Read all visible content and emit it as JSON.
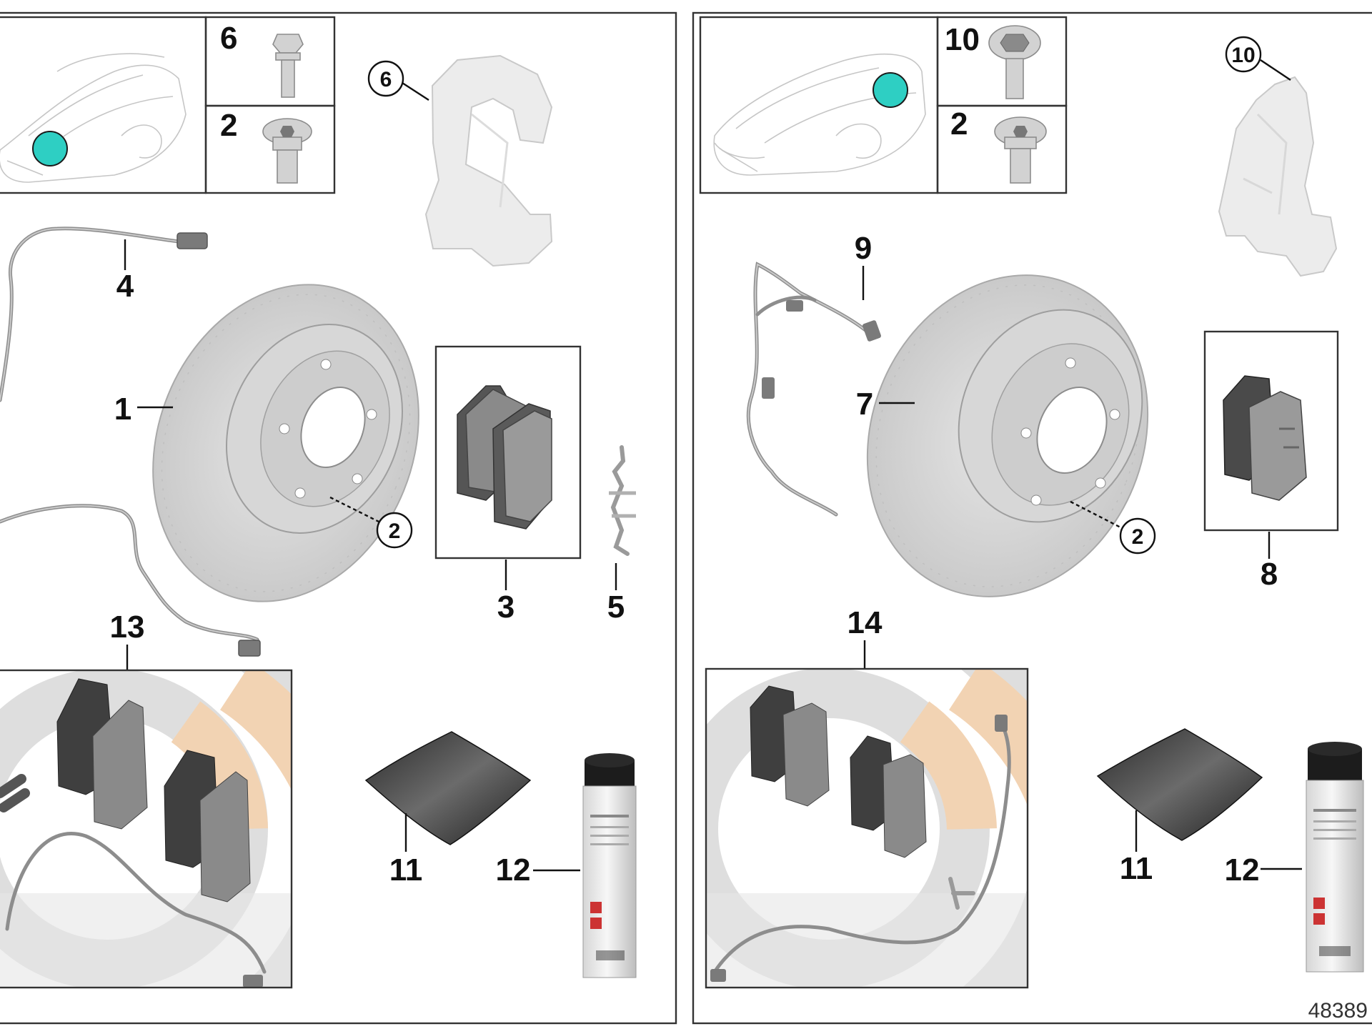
{
  "panels": [
    {
      "id": "left",
      "locator_color": "#2ecfc3",
      "part_labels": [
        "6",
        "2",
        "4",
        "1",
        "3",
        "5",
        "13",
        "11",
        "12"
      ],
      "callouts": [
        "6",
        "2"
      ]
    },
    {
      "id": "right",
      "locator_color": "#2ecfc3",
      "part_labels": [
        "10",
        "2",
        "9",
        "7",
        "8",
        "14",
        "11",
        "12"
      ],
      "callouts": [
        "10",
        "2"
      ]
    }
  ],
  "reference_number": "48389",
  "colors": {
    "locator_dot": "#2ecfc3",
    "brand_arc_beige": "#f2d3b3",
    "brand_arc_grey": "#d9d9d9",
    "disc_grey": "#cfcfcf",
    "pad_dark": "#555555",
    "spray_can_black": "#1c1c1c"
  },
  "icons": [
    "car-outline-icon",
    "bolt-icon",
    "plug-bolt-icon",
    "brake-disc-icon",
    "brake-pad-icon",
    "wear-sensor-cable-icon",
    "caliper-carrier-icon",
    "anti-rattle-clip-icon",
    "grease-sachet-icon",
    "spray-can-icon",
    "brand-arcs-icon"
  ]
}
